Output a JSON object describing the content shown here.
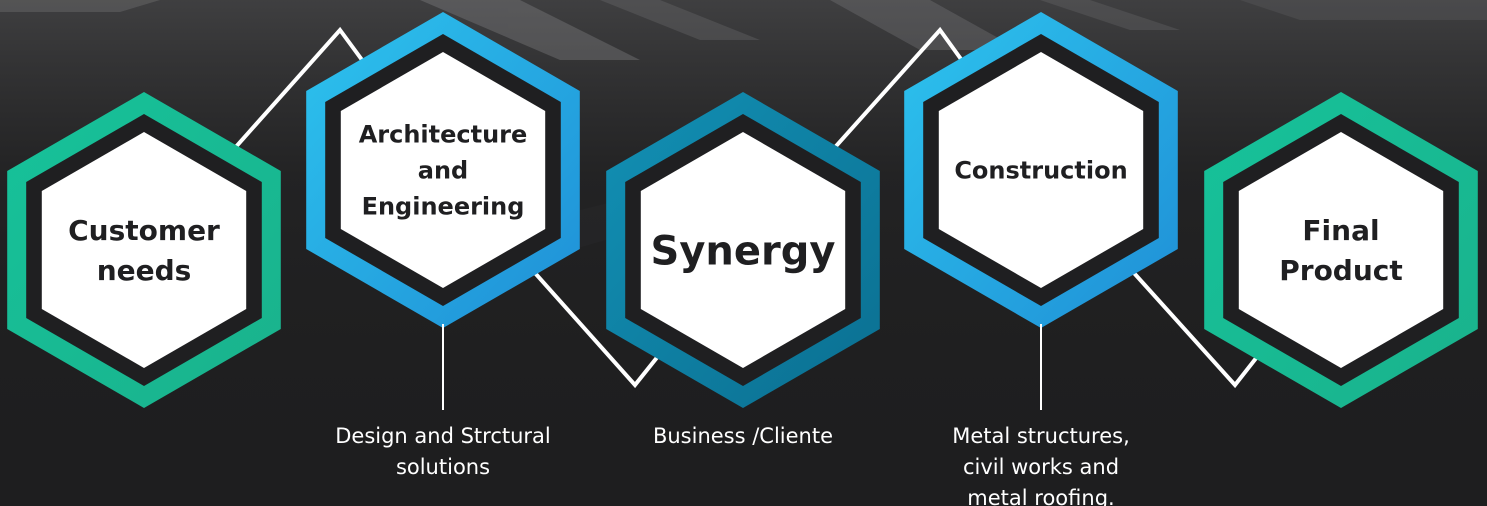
{
  "stages": [
    {
      "id": "customer-needs",
      "label_lines": [
        "Customer",
        "needs"
      ],
      "caption_lines": [],
      "ring_color": "#16c29a",
      "ring_color_2": "#1ab28c",
      "label_color": "#1f1f21"
    },
    {
      "id": "architecture-engineering",
      "label_lines": [
        "Architecture",
        "and",
        "Engineering"
      ],
      "caption_lines": [
        "Design and Strctural",
        "solutions"
      ],
      "ring_color": "#2dc3ee",
      "ring_color_2": "#1f8fd6",
      "label_color": "#1f1f21"
    },
    {
      "id": "synergy",
      "label_lines": [
        "Synergy"
      ],
      "caption_lines": [
        "Business /Cliente"
      ],
      "ring_color": "#1290b4",
      "ring_color_2": "#0b6f91",
      "label_color": "#1f1f21"
    },
    {
      "id": "construction",
      "label_lines": [
        "Construction"
      ],
      "caption_lines": [
        "Metal structures,",
        "civil works and",
        "metal roofing."
      ],
      "ring_color": "#2dc3ee",
      "ring_color_2": "#1f8fd6",
      "label_color": "#178aa3"
    },
    {
      "id": "final-product",
      "label_lines": [
        "Final",
        "Product"
      ],
      "caption_lines": [],
      "ring_color": "#16c29a",
      "ring_color_2": "#1ab28c",
      "label_color": "#1f1f21"
    }
  ],
  "colors": {
    "background": "#1e1e1f",
    "connector": "#ffffff",
    "hex_fill": "#ffffff",
    "hex_gap": "#1f1f21"
  }
}
